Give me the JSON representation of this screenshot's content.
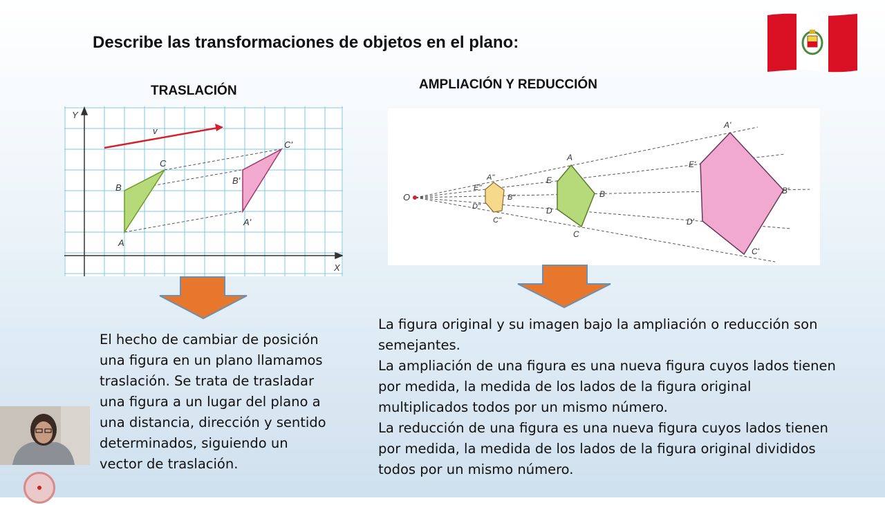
{
  "slide": {
    "title": "Describe las transformaciones de objetos en el plano:",
    "left_heading": "TRASLACIÓN",
    "right_heading": "AMPLIACIÓN Y REDUCCIÓN",
    "left_text": "El hecho de cambiar de posición\nuna figura en un plano llamamos\ntraslación. Se trata de trasladar\nuna figura a un lugar del plano a\nuna distancia, dirección y sentido\ndeterminados, siguiendo un\nvector de traslación.",
    "right_text": "La figura original y su imagen bajo la ampliación o reducción son\nsemejantes.\nLa ampliación de una figura es una nueva figura cuyos lados tienen\npor medida, la medida de los lados de la figura original\nmultiplicados todos por un mismo número.\nLa reducción de una figura es una nueva figura cuyos lados tienen\npor medida, la medida de los lados de la figura original divididos\ntodos por un mismo número."
  },
  "translation_figure": {
    "axis_x": "X",
    "axis_y": "Y",
    "vector": "v",
    "labels": {
      "A": "A",
      "B": "B",
      "C": "C",
      "A1": "A'",
      "B1": "B'",
      "C1": "C'"
    }
  },
  "scaling_figure": {
    "labels": {
      "O": "O",
      "A2": "A''",
      "B2": "B''",
      "C2": "C''",
      "D2": "D''",
      "E2": "E''",
      "A": "A",
      "B": "B",
      "C": "C",
      "D": "D",
      "E": "E",
      "A1": "A'",
      "B1": "B'",
      "C1": "C'",
      "D1": "D'",
      "E1": "E'"
    }
  },
  "colors": {
    "flag_red": "#d91023",
    "shape_green": "#b6d97a",
    "shape_pink": "#f1a9cf",
    "shape_yellow": "#f7d98b",
    "arrow_orange": "#e8772e",
    "grid_blue": "#7ec8e8",
    "vector_red": "#d6202a"
  },
  "icons": [
    "peru-flag-icon",
    "down-arrow-icon",
    "record-icon"
  ]
}
